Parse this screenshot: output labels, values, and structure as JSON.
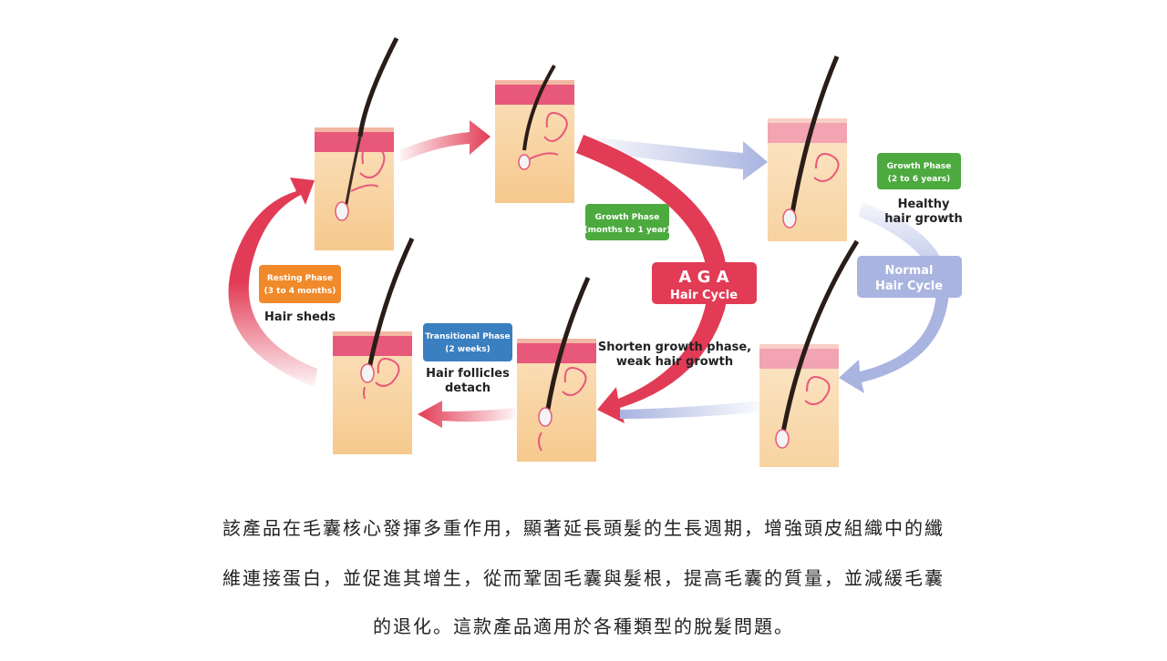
{
  "diagram": {
    "aga_cycle": {
      "title": "A G A",
      "subtitle": "Hair Cycle",
      "color": "#e23b55"
    },
    "normal_cycle": {
      "title": "Normal",
      "subtitle": "Hair Cycle",
      "color": "#a9b4e0"
    },
    "growth_phase_aga": {
      "line1": "Growth Phase",
      "line2": "(months to 1 year)",
      "color": "#4caa3f"
    },
    "growth_phase_normal": {
      "line1": "Growth Phase",
      "line2": "(2 to 6 years)",
      "color": "#4caa3f"
    },
    "healthy_growth": {
      "line1": "Healthy",
      "line2": "hair growth"
    },
    "resting_phase": {
      "line1": "Resting Phase",
      "line2": "(3 to 4 months)",
      "color": "#f08a2a"
    },
    "hair_sheds": "Hair sheds",
    "transitional_phase": {
      "line1": "Transitional Phase",
      "line2": "(2 weeks)",
      "color": "#3a7fc0"
    },
    "follicles_detach": {
      "line1": "Hair follicles",
      "line2": "detach"
    },
    "shorten_growth": {
      "line1": "Shorten growth phase,",
      "line2": "weak hair growth"
    }
  },
  "description": {
    "line1": "該產品在毛囊核心發揮多重作用，顯著延長頭髮的生長週期，增強頭皮組織中的纖",
    "line2": "維連接蛋白，並促進其增生，從而鞏固毛囊與髮根，提高毛囊的質量，並減緩毛囊",
    "line3": "的退化。這款產品適用於各種類型的脫髮問題。"
  }
}
